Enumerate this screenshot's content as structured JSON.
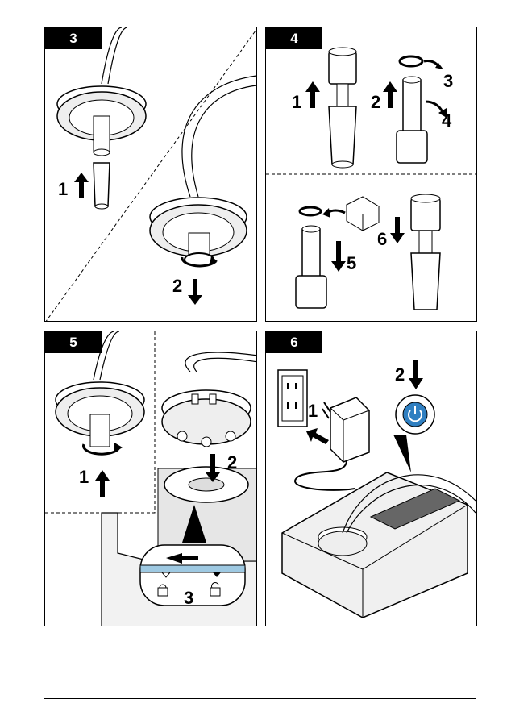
{
  "panels": [
    {
      "step": "3",
      "labels": [
        "1",
        "2"
      ]
    },
    {
      "step": "4",
      "labels": [
        "1",
        "2",
        "3",
        "4",
        "5",
        "6"
      ]
    },
    {
      "step": "5",
      "labels": [
        "1",
        "2",
        "3"
      ]
    },
    {
      "step": "6",
      "labels": [
        "1",
        "2"
      ]
    }
  ],
  "colors": {
    "line": "#000000",
    "fill": "#ffffff",
    "gray": "#d9d9d9",
    "dark": "#555555",
    "accent": "#2f7fc1",
    "strip": "#9ec9e2"
  }
}
